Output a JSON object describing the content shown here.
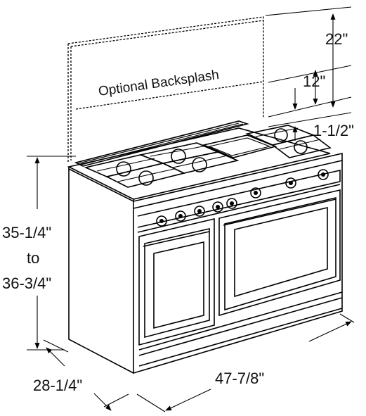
{
  "diagram": {
    "backsplash_label": "Optional Backsplash",
    "dim_backsplash_height": "22\"",
    "dim_top_height": "12\"",
    "dim_rear_trim": "1-1/2\"",
    "dim_height_line1": "35-1/4\"",
    "dim_height_line2": "to",
    "dim_height_line3": "36-3/4\"",
    "dim_depth": "28-1/4\"",
    "dim_width": "47-7/8\""
  }
}
